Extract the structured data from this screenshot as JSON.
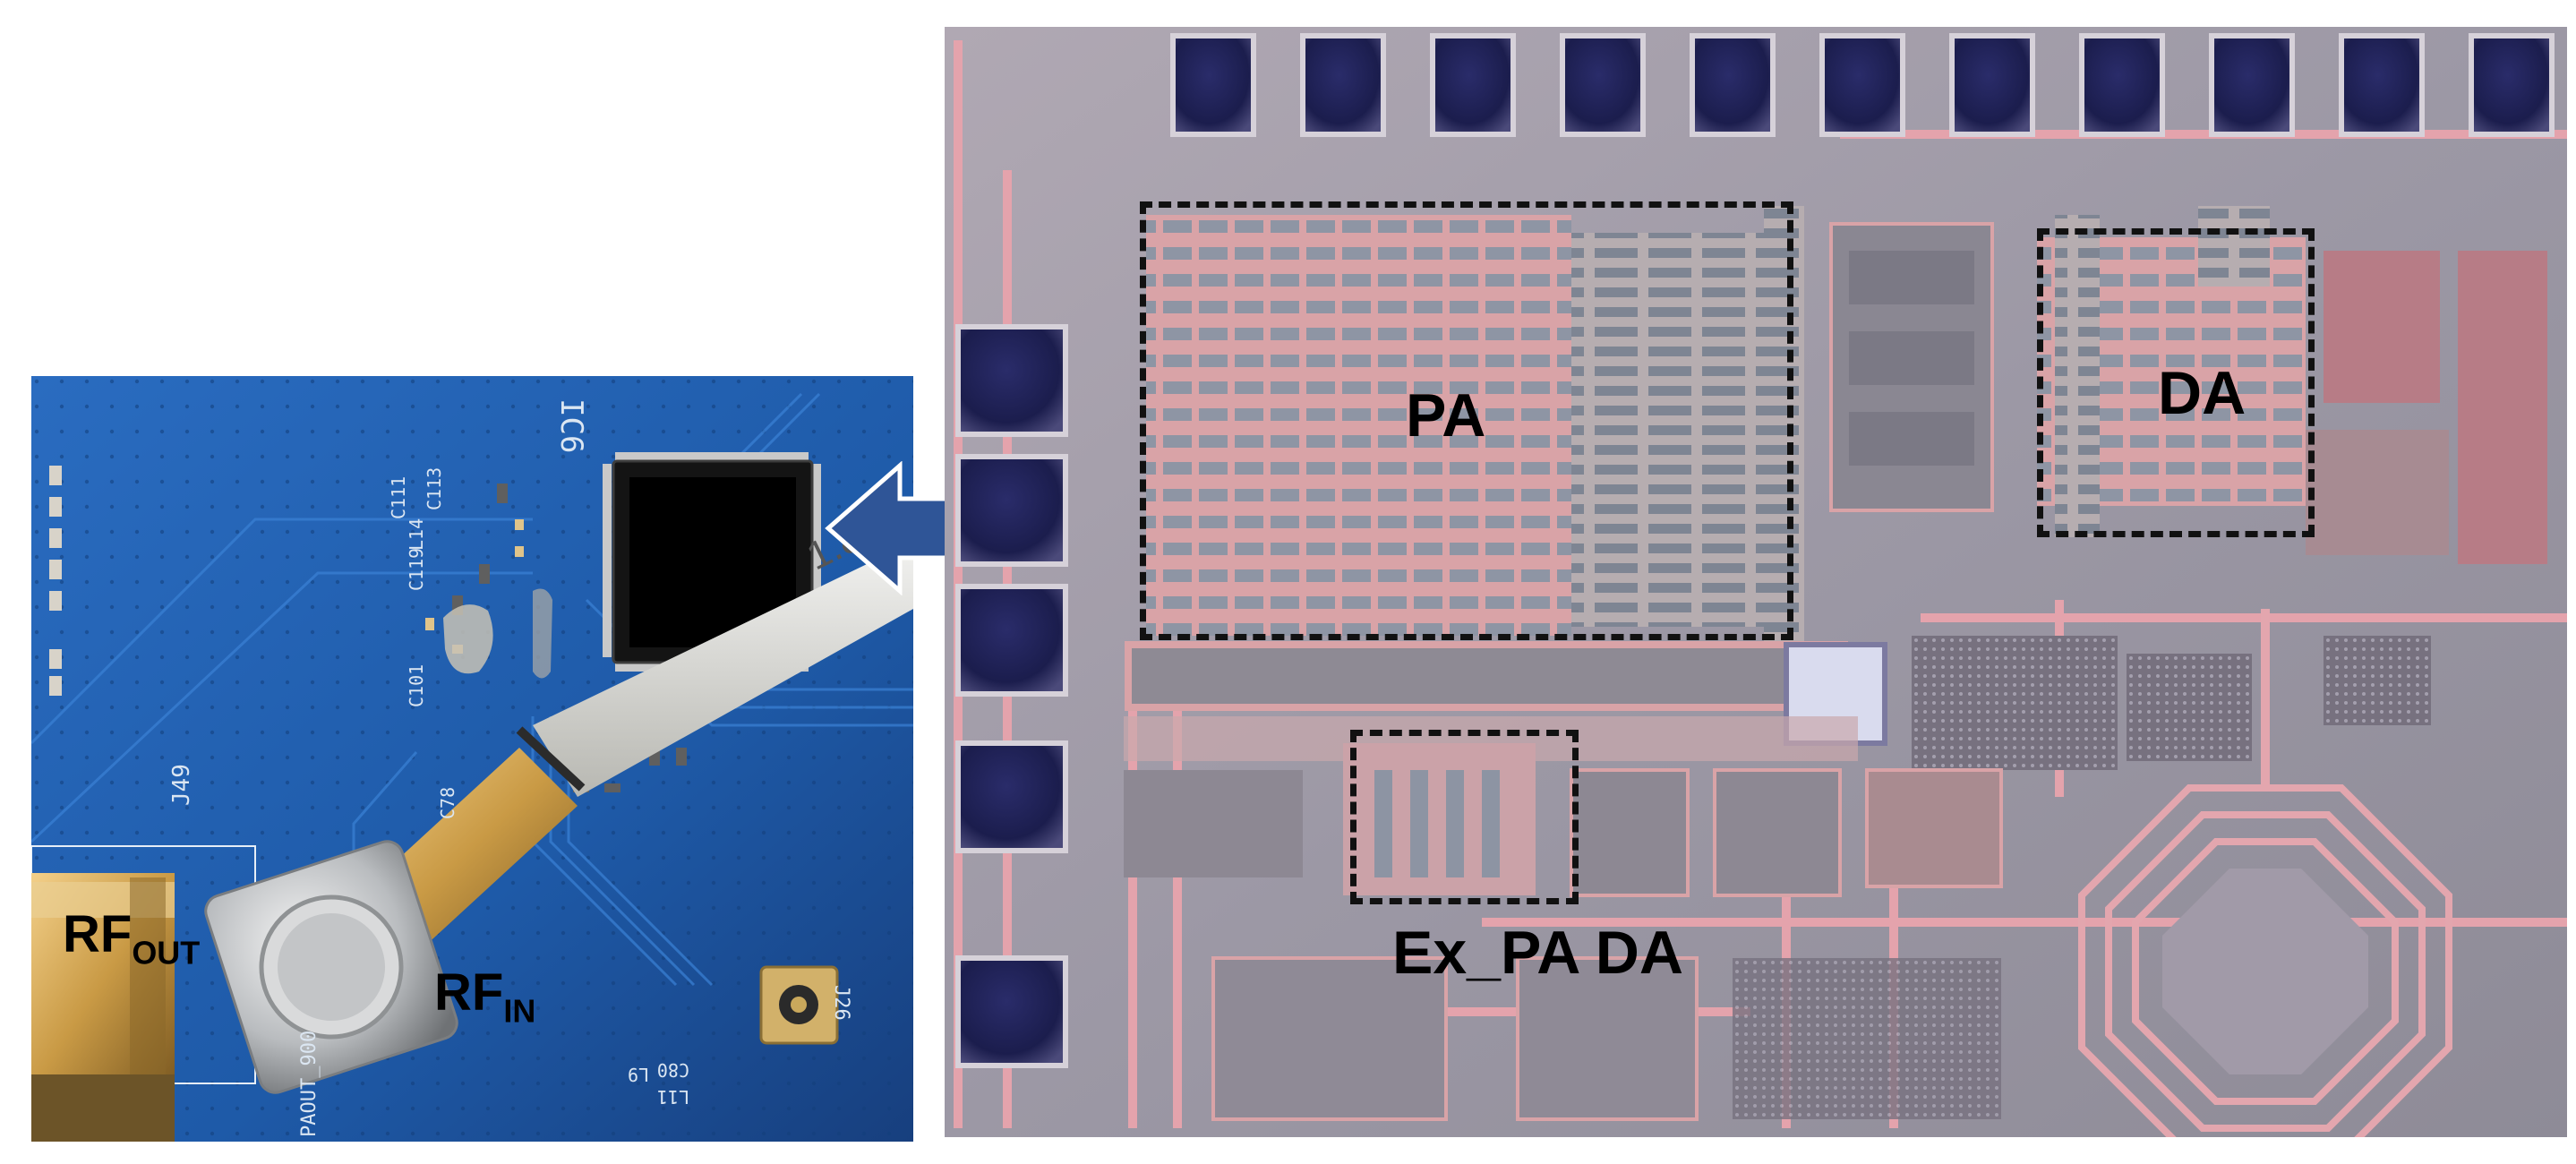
{
  "figure": {
    "left_panel": {
      "labels": {
        "rf_out": {
          "main": "RF",
          "sub": "OUT"
        },
        "rf_in": {
          "main": "RF",
          "sub": "IN"
        }
      },
      "silkscreen": [
        "IC6",
        "J49",
        "PAOUT_900",
        "J26",
        "C113",
        "C111",
        "C119",
        "L14",
        "C101",
        "C78",
        "L11",
        "C80",
        "L9"
      ],
      "cable_text": "1.8G"
    },
    "arrow": {
      "icon": "left-arrow-icon",
      "color": "#2f5597"
    },
    "right_panel": {
      "blocks": [
        "PA",
        "DA",
        "Ex_PA DA"
      ]
    }
  }
}
